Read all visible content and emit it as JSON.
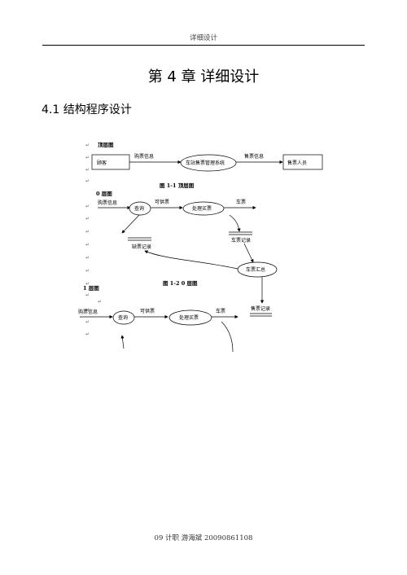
{
  "header": {
    "title": "详细设计"
  },
  "chapter_title": "第 4 章  详细设计",
  "section_title": "4.1 结构程序设计",
  "return_mark": "↵",
  "diagram_top": {
    "heading": "顶层图",
    "customer": "顾客",
    "purchase_info": "购票信息",
    "system": "车站售票管理系统",
    "sales_info": "售票信息",
    "seller": "售票人员",
    "caption": "图 1-1   顶层图"
  },
  "diagram_level0": {
    "heading": "0 层图",
    "purchase_info": "购票信息",
    "query": "查询",
    "available": "可供票",
    "process": "处理买票",
    "ticket": "车票",
    "ticket_record": "车票记录",
    "shortage_record": "缺票记录",
    "summary": "车票汇总",
    "caption": "图 1-2   0 层图"
  },
  "diagram_level1": {
    "heading": "1 层图",
    "purchase_info": "购票信息",
    "query": "查询",
    "available": "可供票",
    "process": "处理买票",
    "ticket": "车票",
    "sales_record": "售票记录"
  },
  "footer": {
    "text": "09 计职  游海斌  20090861108"
  }
}
